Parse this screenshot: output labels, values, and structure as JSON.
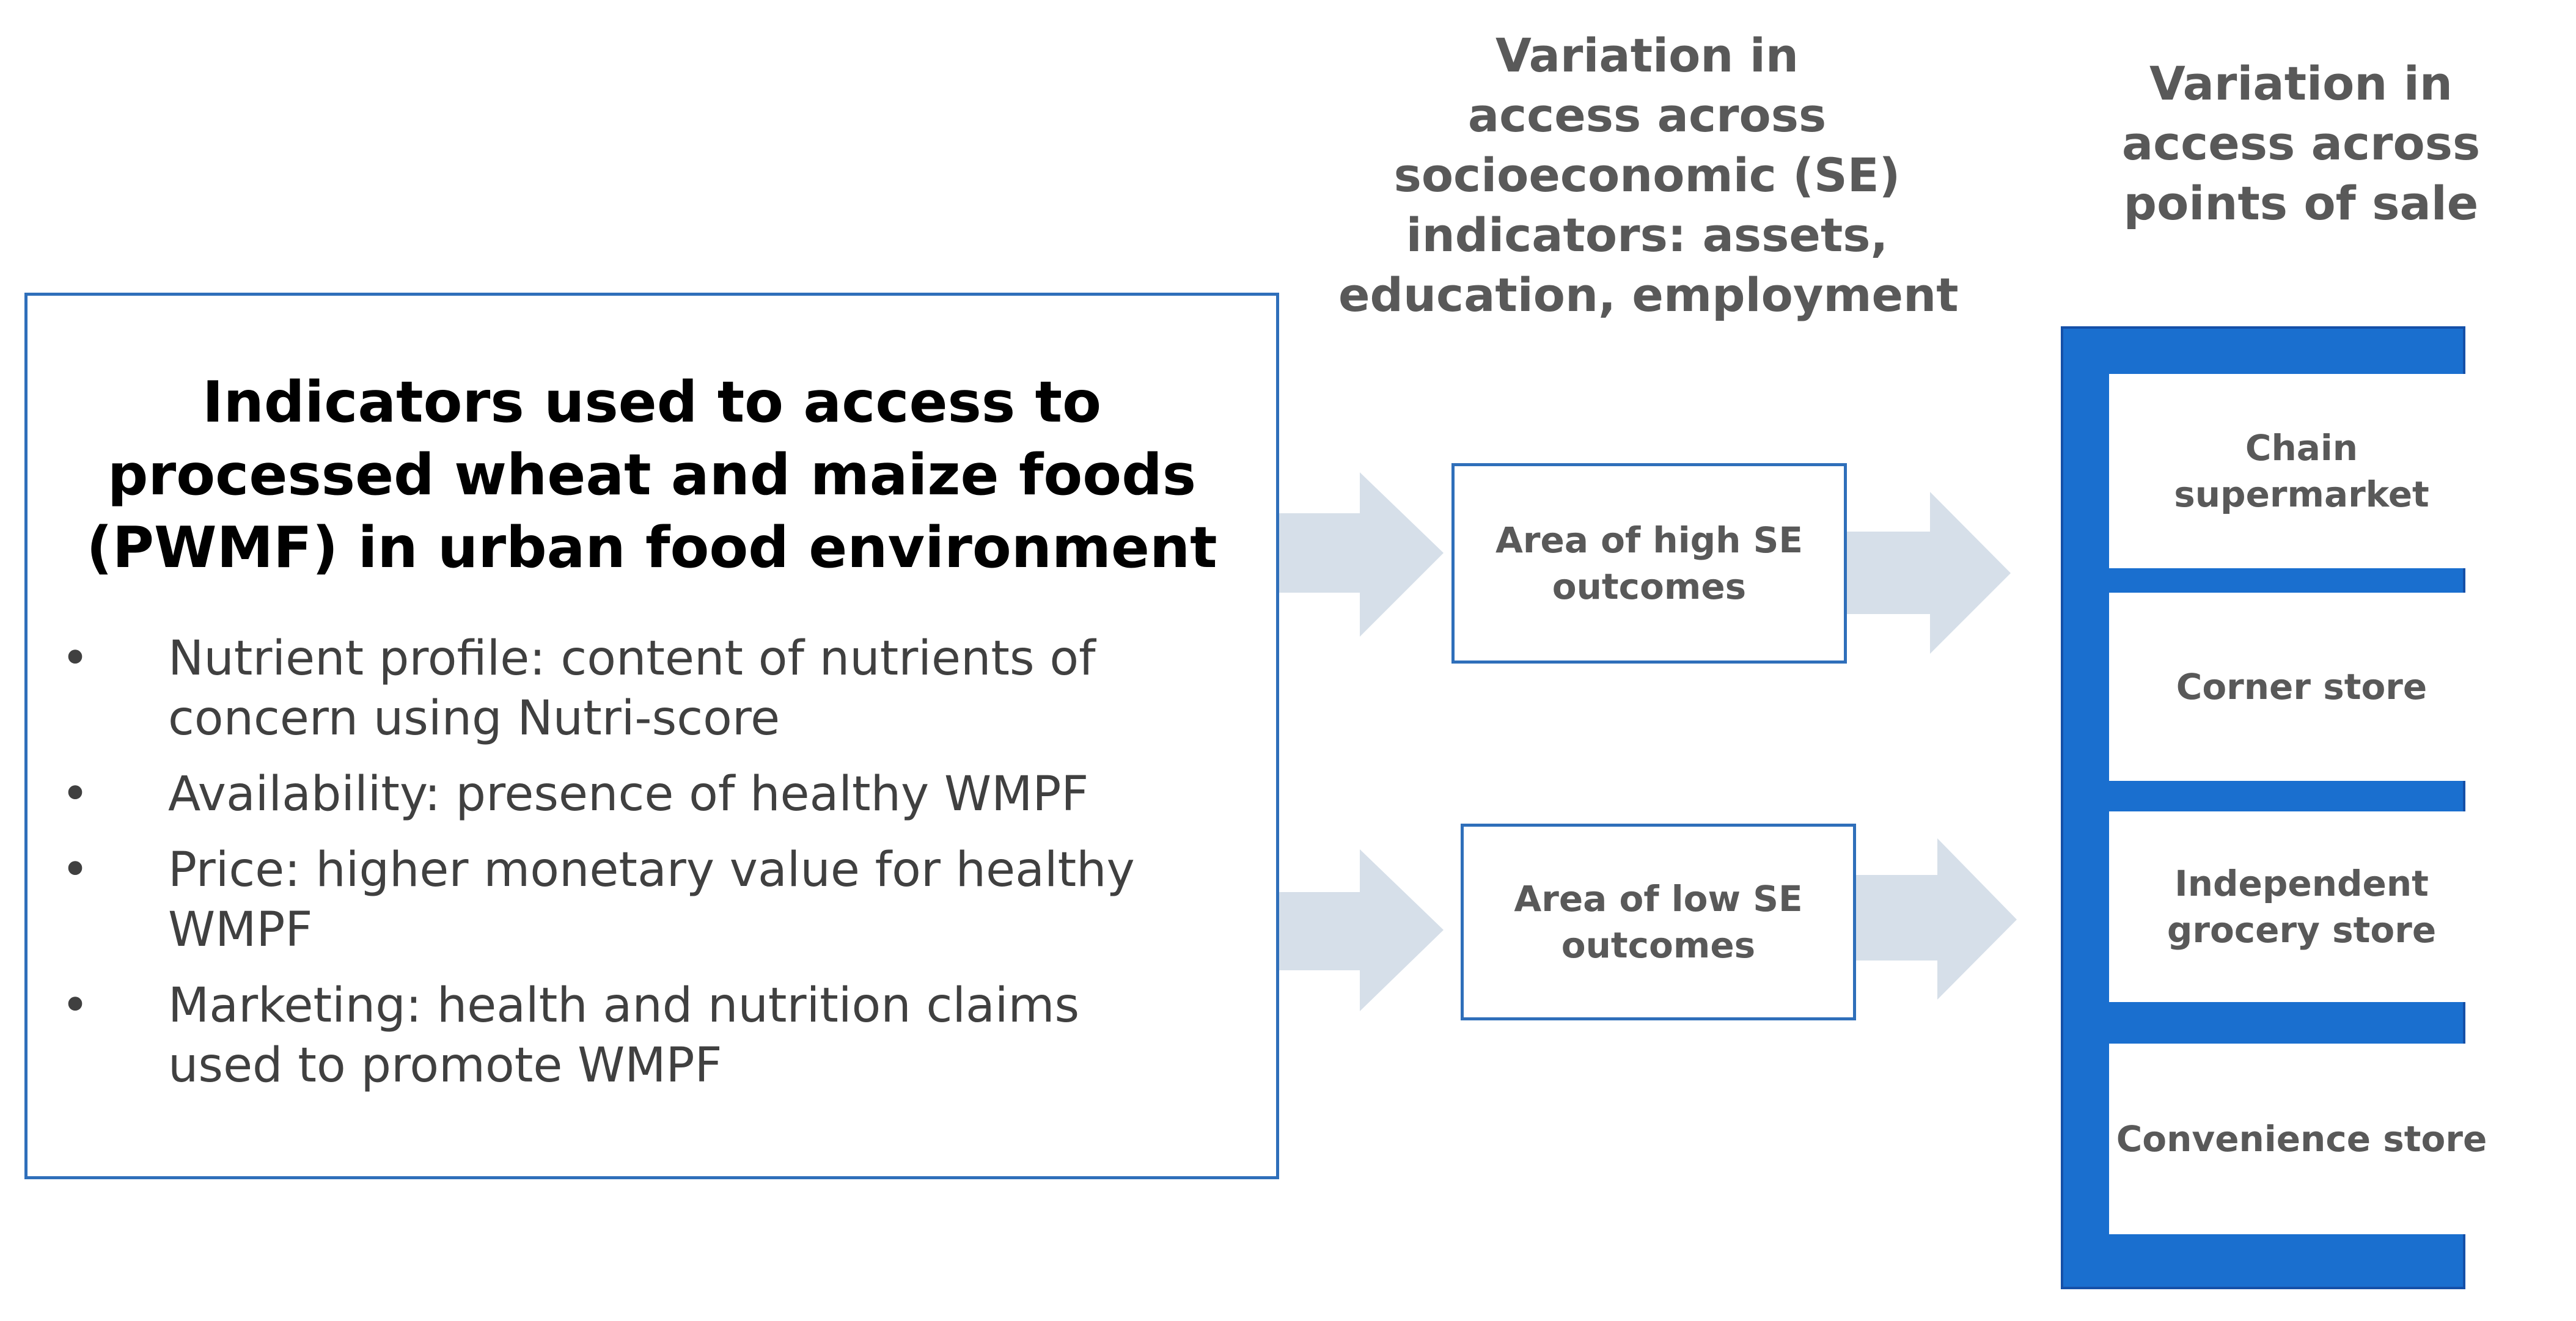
{
  "main_box": {
    "title_lines": [
      "Indicators used to access to",
      "processed wheat and maize foods",
      "(PWMF) in urban food environment"
    ],
    "bullet_glyph": "•",
    "bullets": [
      {
        "lines": [
          "Nutrient profile: content of nutrients of",
          "concern using Nutri-score"
        ]
      },
      {
        "lines": [
          "Availability: presence of healthy WMPF"
        ]
      },
      {
        "lines": [
          "Price: higher monetary value for healthy",
          "WMPF"
        ]
      },
      {
        "lines": [
          "Marketing: health and nutrition claims",
          "used to promote WMPF"
        ]
      }
    ]
  },
  "headings": {
    "socioeconomic": [
      "Variation in",
      "access across",
      "socioeconomic (SE)",
      "indicators: assets,",
      "education, employment"
    ],
    "points_of_sale": [
      "Variation in",
      "access across",
      "points of sale"
    ]
  },
  "se_areas": {
    "high": [
      "Area of high SE",
      "outcomes"
    ],
    "low": [
      "Area of low SE",
      "outcomes"
    ]
  },
  "outlets": [
    {
      "lines": [
        "Chain",
        "supermarket"
      ]
    },
    {
      "lines": [
        "Corner store"
      ]
    },
    {
      "lines": [
        "Independent",
        "grocery store"
      ]
    },
    {
      "lines": [
        "Convenience store"
      ]
    }
  ],
  "colors": {
    "box_border": "#2f6fba",
    "panel_fill": "#1a6fcf",
    "arrow_fill": "#d6dfe9",
    "heading_text": "#595959"
  }
}
